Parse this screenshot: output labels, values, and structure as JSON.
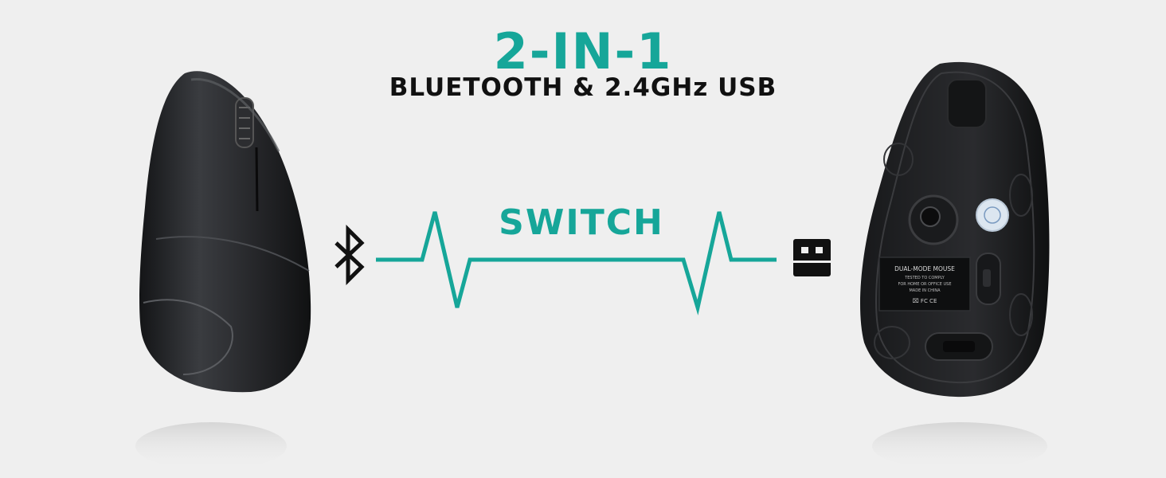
{
  "headline": {
    "title": "2-IN-1",
    "subtitle": "BLUETOOTH & 2.4GHz USB"
  },
  "connection": {
    "label": "SWITCH"
  },
  "icons": {
    "left": "bluetooth-icon",
    "right": "usb-receiver-icon"
  },
  "mouse_label": {
    "title": "DUAL-MODE MOUSE",
    "line1": "TESTED TO COMPLY",
    "line2": "FOR HOME OR OFFICE USE",
    "line3": "MADE IN CHINA",
    "marks": "⌧ FC CE"
  },
  "colors": {
    "accent": "#16a699",
    "text": "#111111",
    "background": "#efefef",
    "mouse": "#202224"
  }
}
